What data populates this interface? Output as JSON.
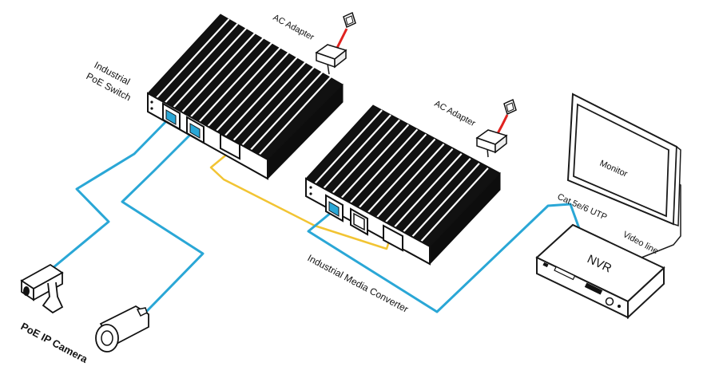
{
  "labels": {
    "switch": [
      "Industrial",
      "PoE Switch"
    ],
    "adapter_1": "AC Adapter",
    "adapter_2": "AC Adapter",
    "monitor": "Monitor",
    "nvr": "NVR",
    "cable": "Cat.5e/6 UTP",
    "video_line": "Video line",
    "converter": "Industrial Media Converter",
    "camera": "PoE IP Camera"
  },
  "colors": {
    "ethernet_cable": "#2aa7d6",
    "fiber_cable": "#f2c433",
    "power_cable": "#e0221f",
    "device_body": "#111111",
    "outline": "#1a1a1a"
  },
  "icons": {
    "switch": "industrial-poe-switch-icon",
    "converter": "media-converter-icon",
    "adapter": "ac-adapter-icon",
    "outlet": "wall-outlet-icon",
    "monitor": "monitor-icon",
    "nvr": "nvr-recorder-icon",
    "camera_1": "box-camera-icon",
    "camera_2": "bullet-camera-icon"
  }
}
